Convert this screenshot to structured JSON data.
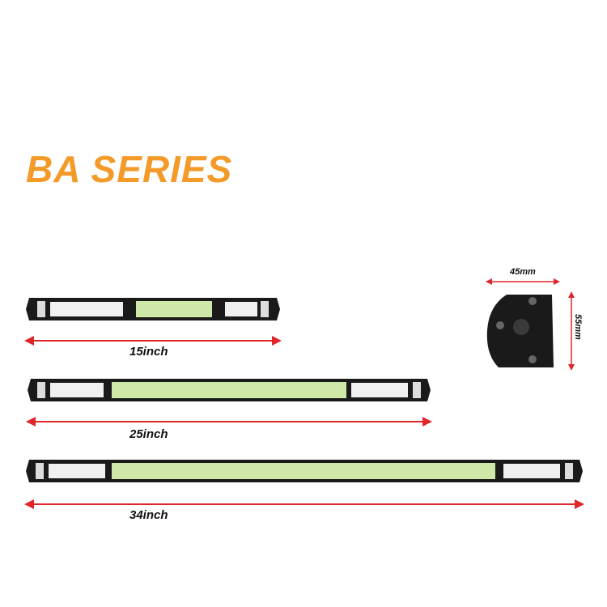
{
  "title": "BA SERIES",
  "bars": [
    {
      "label": "15inch",
      "led_colors": {
        "body": "#1a1a1a",
        "led_green": "#c8e6a0",
        "led_white": "#f4f4f4"
      }
    },
    {
      "label": "25inch"
    },
    {
      "label": "34inch"
    }
  ],
  "mount": {
    "width_label": "45mm",
    "height_label": "55mm"
  },
  "colors": {
    "title": "#f39a28",
    "arrow": "#e0262b",
    "body": "#1a1a1a"
  }
}
